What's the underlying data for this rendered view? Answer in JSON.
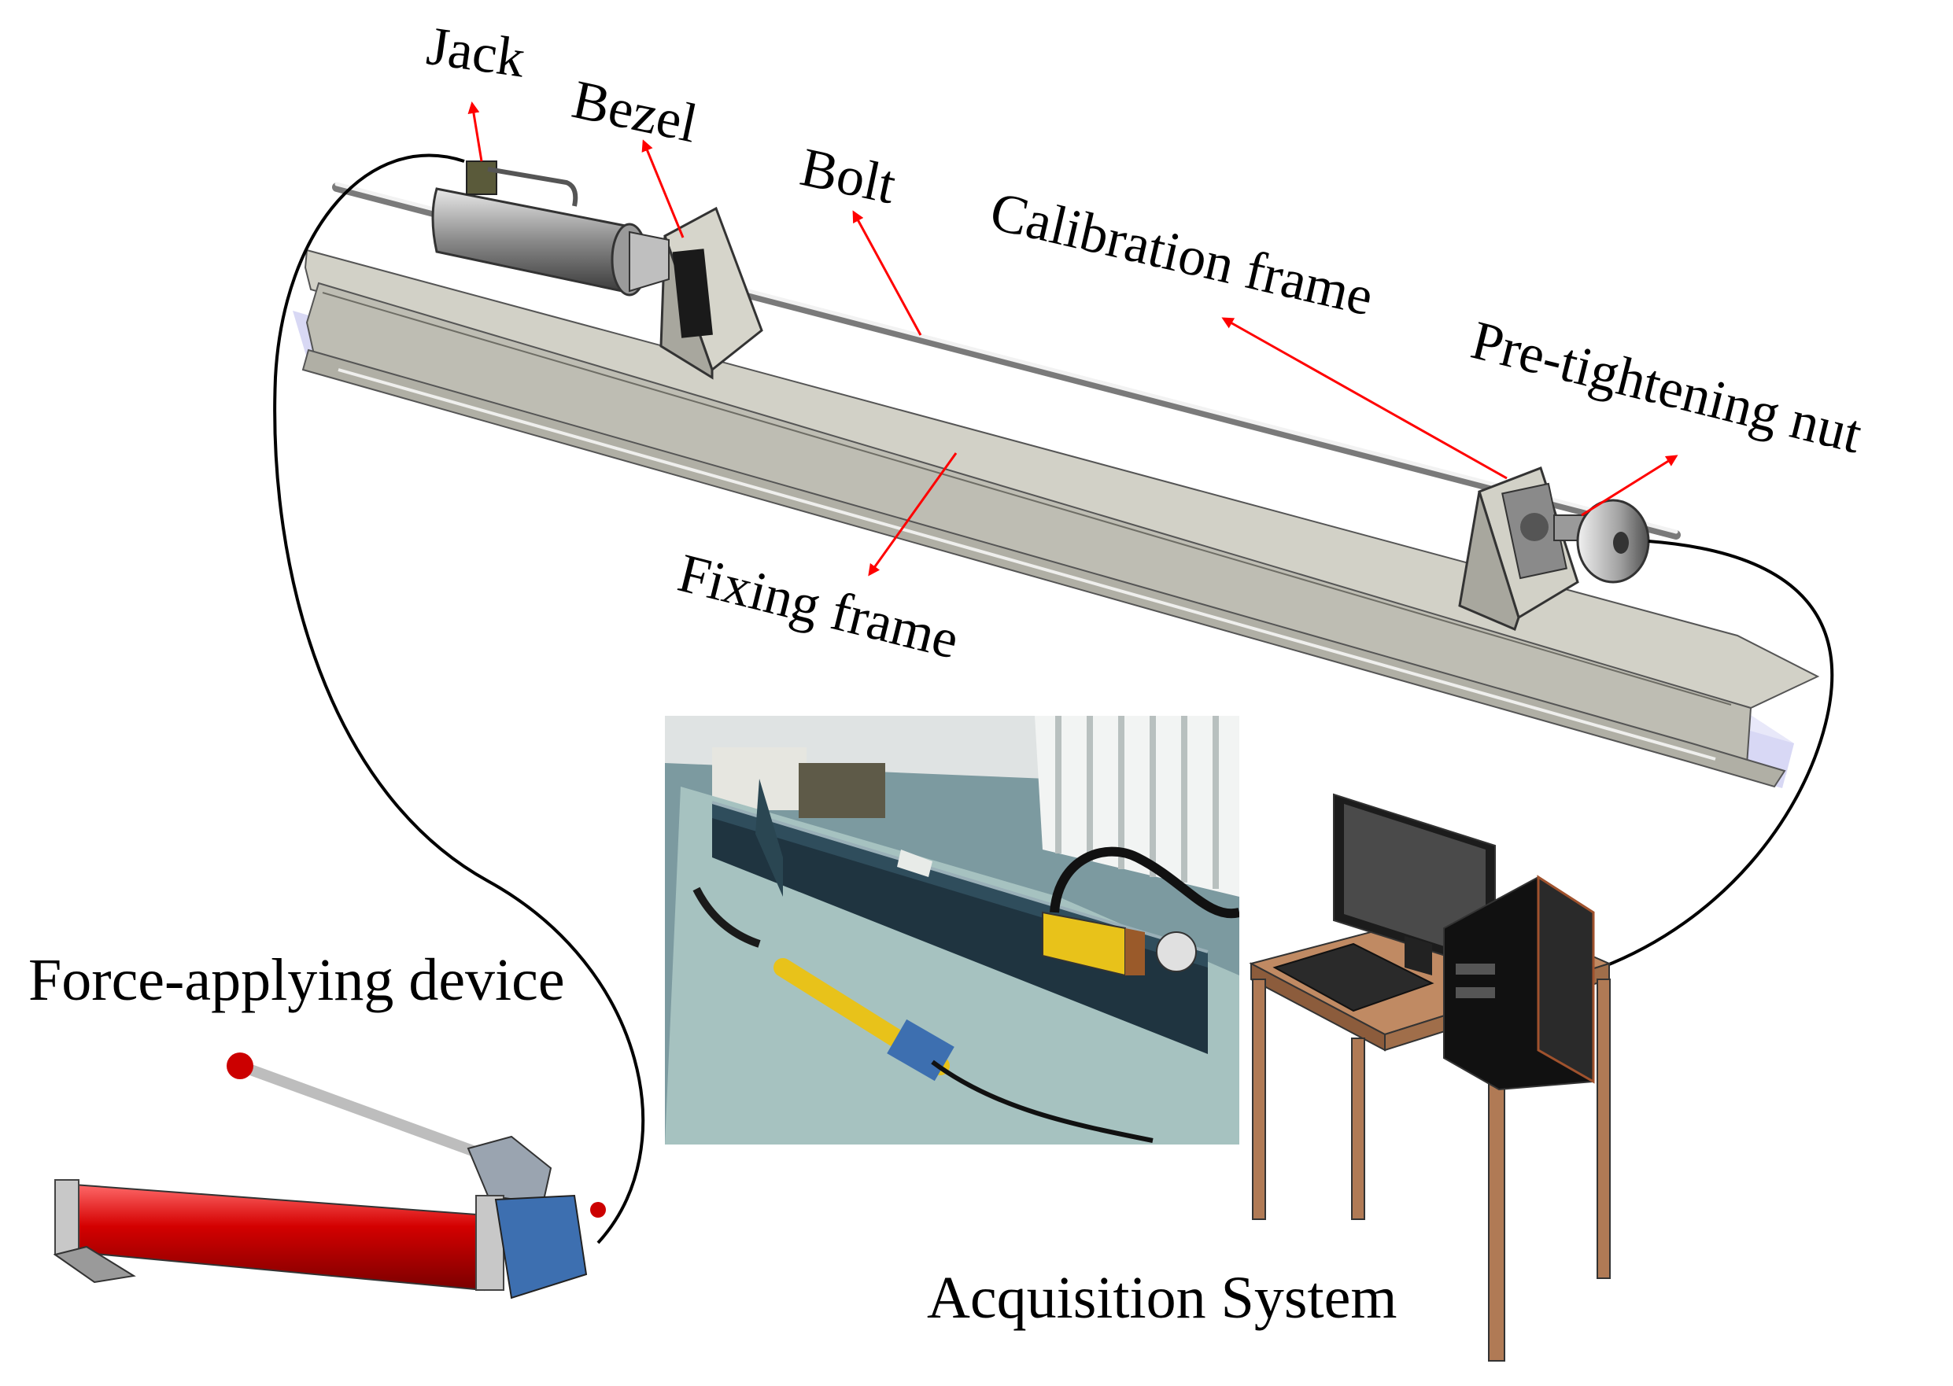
{
  "labels": {
    "jack": "Jack",
    "bezel": "Bezel",
    "bolt": "Bolt",
    "calibration_frame": "Calibration frame",
    "pretightening_nut": "Pre-tightening nut",
    "fixing_frame": "Fixing frame",
    "force_applying_device": "Force-applying device",
    "acquisition_system": "Acquisition System"
  },
  "colors": {
    "beam": "#c9c8be",
    "beam_dark": "#9e9d93",
    "beam_shadow": "#c8c8f0",
    "arrow": "#ff0000",
    "pump_red": "#d40000",
    "photo_jack_yellow": "#e8c21a",
    "table_wood": "#b07a55",
    "tower_edge": "#a0522d"
  },
  "icons": [
    "jack-icon",
    "bolt-rod-icon",
    "calibration-frame-icon",
    "fixing-frame-icon",
    "pretightening-nut-icon",
    "hydraulic-pump-icon",
    "computer-icon",
    "desk-icon"
  ]
}
